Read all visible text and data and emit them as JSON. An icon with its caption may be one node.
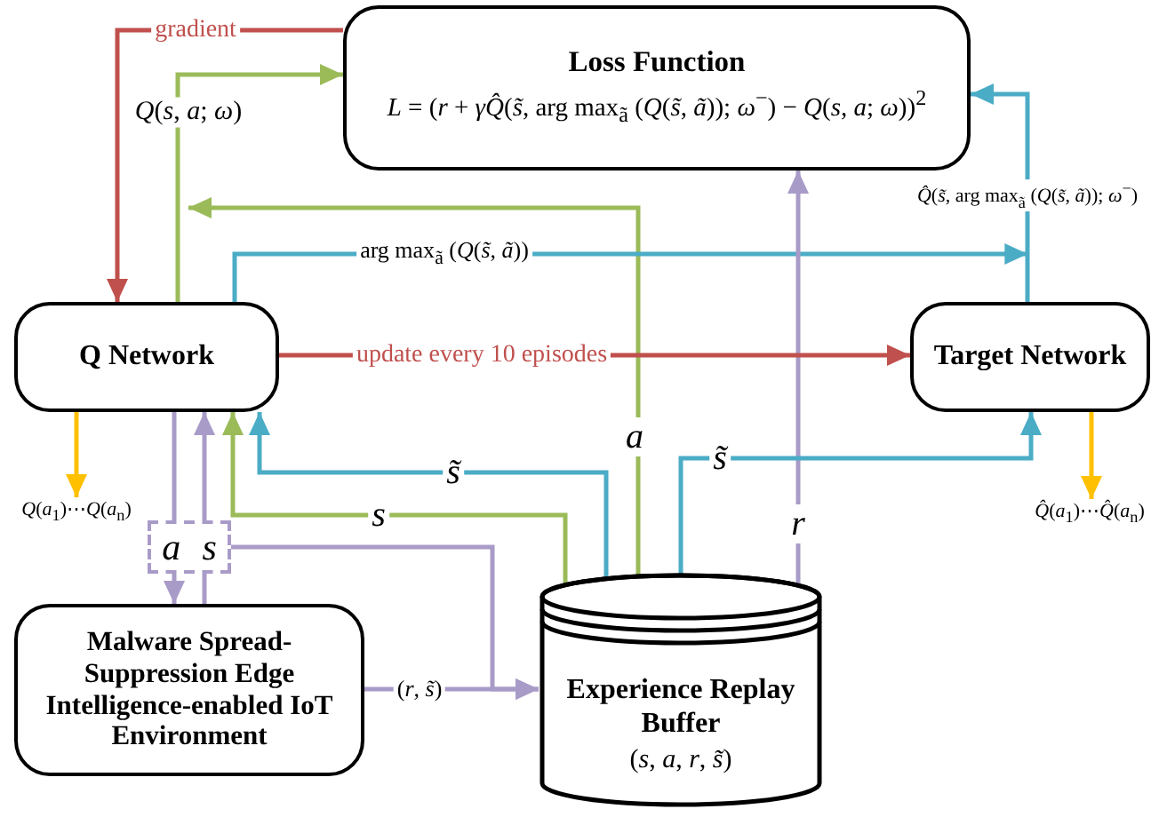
{
  "diagram": {
    "nodes": [
      {
        "text": [
          "Loss Function",
          "*L* = (*r* + *γQ̂*(*s̃*, arg max$_{ã}$ (*Q*(*s̃*, *ã*)); *ω*$^{−}$) − *Q*(*s*, *a*; *ω*))$^{2}$"
        ]
      },
      {
        "text": [
          "Q Network"
        ]
      },
      {
        "text": [
          "Target Network"
        ]
      },
      {
        "text": [
          "Malware Spread-Suppression Edge Intelligence-enabled IoT Environment"
        ]
      },
      {
        "text": [
          "Experience Replay Buffer",
          "(*s*, *a*, *r*, *s̃*)"
        ]
      },
      {
        "text": [
          "a",
          "s"
        ]
      },
      {
        "text": [
          "*Q*(*a*$_{1}$)⋯*Q*(*a*$_{n}$)"
        ]
      },
      {
        "text": [
          "*Q̂*(*a*$_{1}$)⋯*Q̂*(*a*$_{n}$)"
        ]
      }
    ],
    "edges": [
      {
        "from": 0,
        "to": 1,
        "arrow": "to",
        "label": "gradient",
        "color": "#c0504d"
      },
      {
        "from": 1,
        "to": 0,
        "arrow": "to",
        "label": "*Q*(*s*, *a*; *ω*)",
        "color": "#9bbb59"
      },
      {
        "from": 4,
        "to": null,
        "arrow": "to",
        "label": "*a*",
        "color": "#9bbb59"
      },
      {
        "from": 1,
        "to": 2,
        "arrow": "to",
        "label": "arg max$_{ã}$ (*Q*(*s̃*, *ã*))",
        "color": "#4bacc6"
      },
      {
        "from": 2,
        "to": 0,
        "arrow": "to",
        "label": "*Q̂*(*s̃*, arg max$_{ã}$ (*Q*(*s̃*, *ã*)); *ω*$^{−}$)",
        "color": "#4bacc6"
      },
      {
        "from": 4,
        "to": 0,
        "arrow": "to",
        "label": "*r*"
      },
      {
        "from": 1,
        "to": 2,
        "arrow": "to",
        "label": "update every 10 episodes",
        "color": "#c0504d"
      },
      {
        "from": 4,
        "to": 1,
        "arrow": "to",
        "label": "*s̃*",
        "color": "#4bacc6"
      },
      {
        "from": 4,
        "to": 1,
        "arrow": "to",
        "label": "*s*",
        "color": "#9bbb59"
      },
      {
        "from": 4,
        "to": 2,
        "arrow": "to",
        "label": "*s̃*",
        "color": "#4bacc6"
      },
      {
        "from": 1,
        "to": 5,
        "arrow": "none"
      },
      {
        "from": 5,
        "to": 3,
        "arrow": "to"
      },
      {
        "from": 3,
        "to": 5,
        "arrow": "none"
      },
      {
        "from": 5,
        "to": 1,
        "arrow": "to"
      },
      {
        "from": 5,
        "to": 4,
        "arrow": "to"
      },
      {
        "from": 3,
        "to": 4,
        "arrow": "to",
        "label": "(*r*, *s̃*)"
      },
      {
        "from": 1,
        "to": 6,
        "arrow": "to",
        "color": "#ffc000"
      },
      {
        "from": 2,
        "to": 7,
        "arrow": "to",
        "color": "#ffc000"
      }
    ]
  }
}
